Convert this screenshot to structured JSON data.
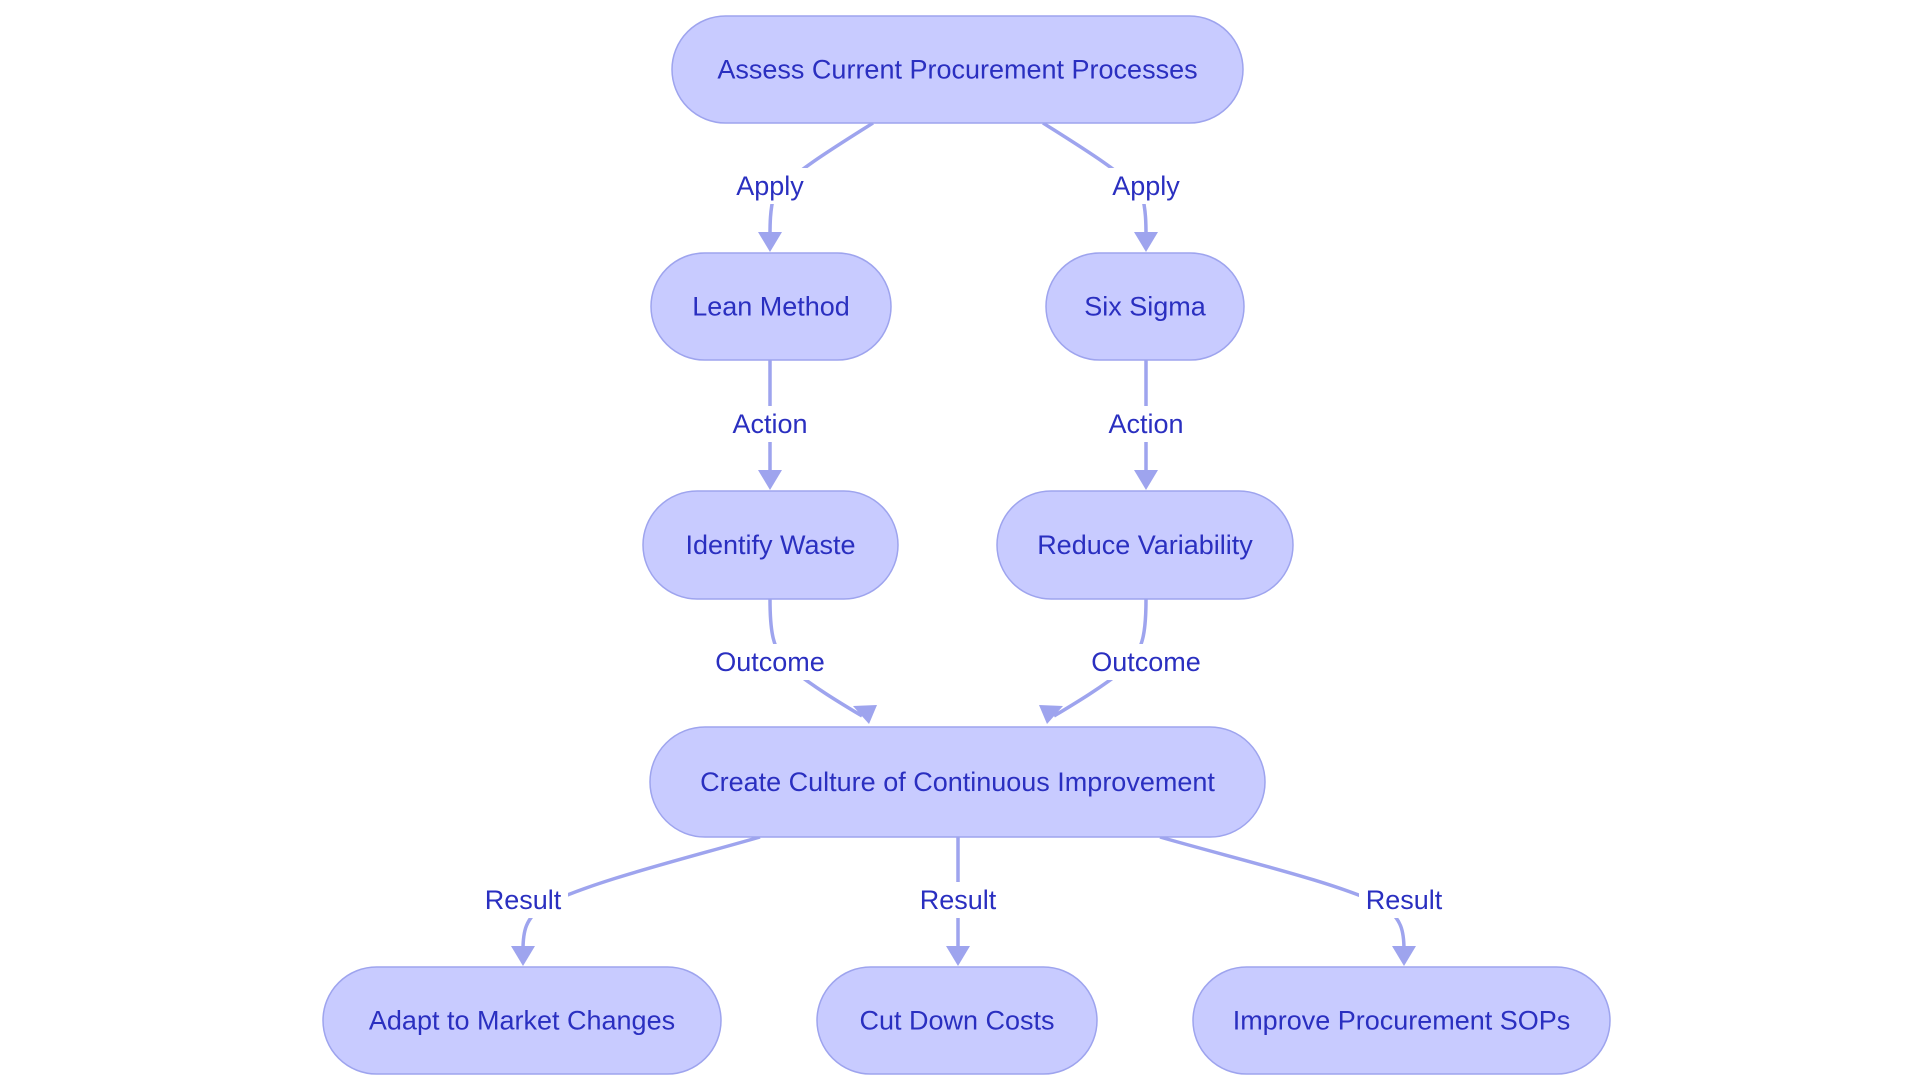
{
  "colors": {
    "node_fill": "#c8cbff",
    "node_stroke": "#9ea4ee",
    "edge": "#9ea4ee",
    "text": "#2a2fc0",
    "background": "#ffffff"
  },
  "nodes": {
    "assess": "Assess Current Procurement Processes",
    "lean": "Lean Method",
    "sigma": "Six Sigma",
    "waste": "Identify Waste",
    "variability": "Reduce Variability",
    "culture": "Create Culture of Continuous Improvement",
    "adapt": "Adapt to Market Changes",
    "costs": "Cut Down Costs",
    "sops": "Improve Procurement SOPs"
  },
  "edges": [
    {
      "from": "assess",
      "to": "lean",
      "label": "Apply"
    },
    {
      "from": "assess",
      "to": "sigma",
      "label": "Apply"
    },
    {
      "from": "lean",
      "to": "waste",
      "label": "Action"
    },
    {
      "from": "sigma",
      "to": "variability",
      "label": "Action"
    },
    {
      "from": "waste",
      "to": "culture",
      "label": "Outcome"
    },
    {
      "from": "variability",
      "to": "culture",
      "label": "Outcome"
    },
    {
      "from": "culture",
      "to": "adapt",
      "label": "Result"
    },
    {
      "from": "culture",
      "to": "costs",
      "label": "Result"
    },
    {
      "from": "culture",
      "to": "sops",
      "label": "Result"
    }
  ]
}
